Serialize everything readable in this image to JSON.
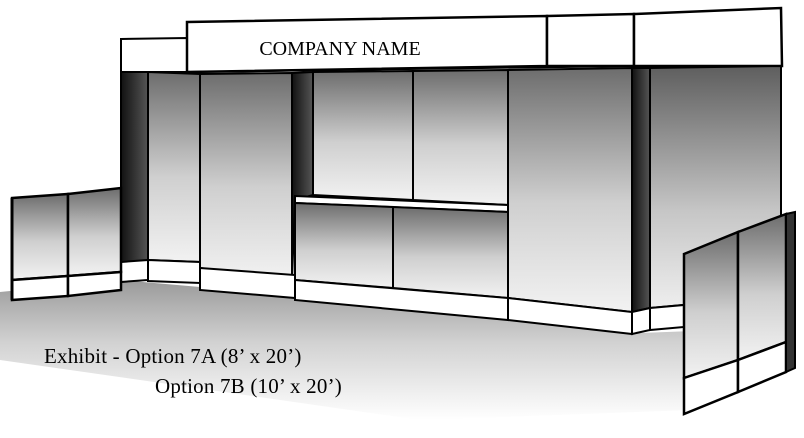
{
  "illustration": {
    "sign_text": "COMPANY NAME"
  },
  "caption": {
    "line1": "Exhibit - Option 7A (8’ x 20’)",
    "line2": "Option 7B (10’ x 20’)"
  }
}
